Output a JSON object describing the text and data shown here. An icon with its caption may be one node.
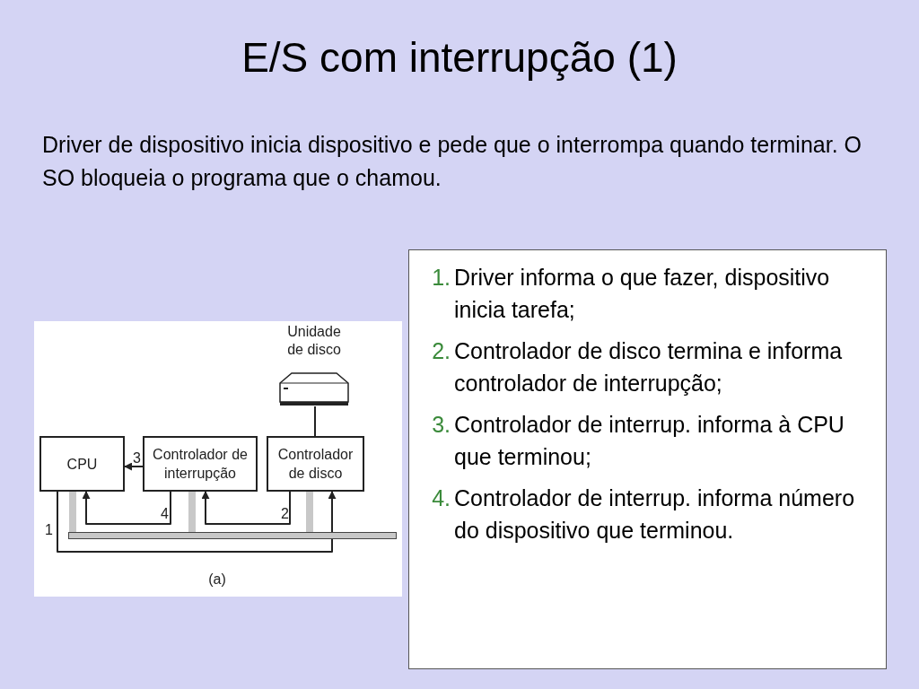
{
  "diagram": {
    "title": "E/S com interrupção (1)",
    "nodes": [
      {
        "text": [
          "CPU"
        ]
      },
      {
        "text": [
          "Controlador de interrupção"
        ]
      },
      {
        "text": [
          "Controlador de disco"
        ]
      },
      {
        "text": [
          "Unidade de disco"
        ]
      },
      {
        "text": [],
        "shape": "bar"
      },
      {
        "text": [
          "1.",
          "Driver informa o que fazer, dispositivo inicia tarefa;",
          "2.",
          "Controlador de disco termina e informa controlador de interrupção;",
          "3.",
          "Controlador de interrup. informa à CPU que terminou;",
          "4.",
          "Controlador de interrup. informa número do dispositivo que terminou."
        ]
      }
    ],
    "edges": [
      {
        "from": 0,
        "to": 2,
        "arrow": "to",
        "label": "1"
      },
      {
        "from": 2,
        "to": 1,
        "arrow": "to",
        "label": "2"
      },
      {
        "from": 1,
        "to": 0,
        "arrow": "to",
        "label": "3"
      },
      {
        "from": 1,
        "to": 0,
        "arrow": "to",
        "label": "4"
      },
      {
        "from": 2,
        "to": 3,
        "arrow": "none"
      },
      {
        "from": 0,
        "to": 4,
        "arrow": "none",
        "style": "thick",
        "color": "#c8c8c8"
      },
      {
        "from": 1,
        "to": 4,
        "arrow": "none",
        "style": "thick",
        "color": "#c8c8c8"
      },
      {
        "from": 2,
        "to": 4,
        "arrow": "none",
        "style": "thick",
        "color": "#c8c8c8"
      }
    ],
    "labels": [
      "Driver de dispositivo inicia dispositivo e pede que o interrompa quando terminar. O SO bloqueia o programa que o chamou.",
      "(a)"
    ]
  }
}
